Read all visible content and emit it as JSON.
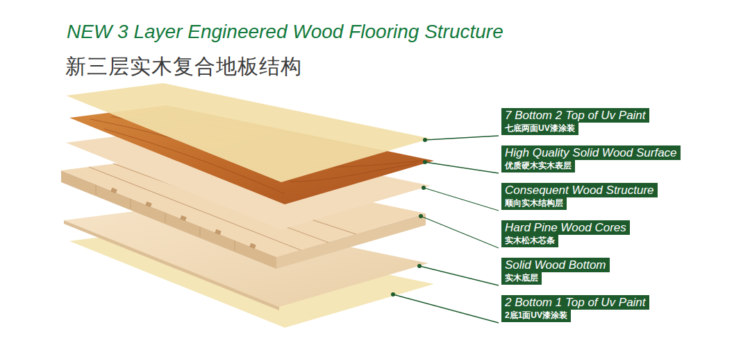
{
  "diagram": {
    "title": "NEW 3 Layer Engineered Wood Flooring Structure",
    "nodes": [
      {
        "text": [
          "7 Bottom 2 Top of Uv Paint",
          "七底两面UV漆涂装"
        ]
      },
      {
        "text": [
          "High Quality Solid Wood Surface",
          "优质硬木实木表层"
        ]
      },
      {
        "text": [
          "Consequent Wood Structure",
          "顺向实木结构层"
        ]
      },
      {
        "text": [
          "Hard Pine Wood Cores",
          "实木松木芯条"
        ]
      },
      {
        "text": [
          "Solid Wood Bottom",
          "实木底层"
        ]
      },
      {
        "text": [
          "2 Bottom 1 Top of Uv Paint",
          "2底1面UV漆涂装"
        ]
      }
    ],
    "labels": [
      "新三层实木复合地板结构"
    ]
  }
}
